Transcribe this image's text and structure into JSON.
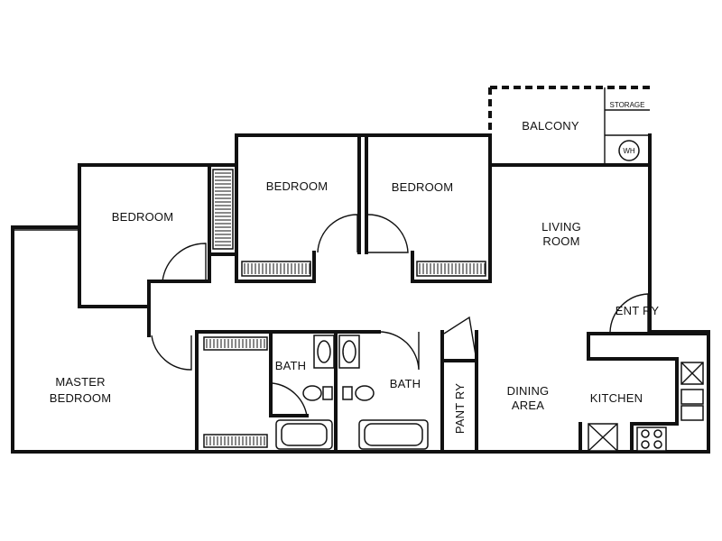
{
  "rooms": {
    "balcony": "BALCONY",
    "storage": "STORAGE",
    "water_heater": "WH",
    "bedroom_1": "BEDROOM",
    "bedroom_2": "BEDROOM",
    "bedroom_3": "BEDROOM",
    "living_room_line1": "LIVING",
    "living_room_line2": "ROOM",
    "entry": "ENT RY",
    "master_bedroom_line1": "MASTER",
    "master_bedroom_line2": "BEDROOM",
    "bath_1": "BATH",
    "bath_2": "BATH",
    "pantry": "PANT RY",
    "dining_line1": "DINING",
    "dining_line2": "AREA",
    "kitchen": "KITCHEN"
  }
}
